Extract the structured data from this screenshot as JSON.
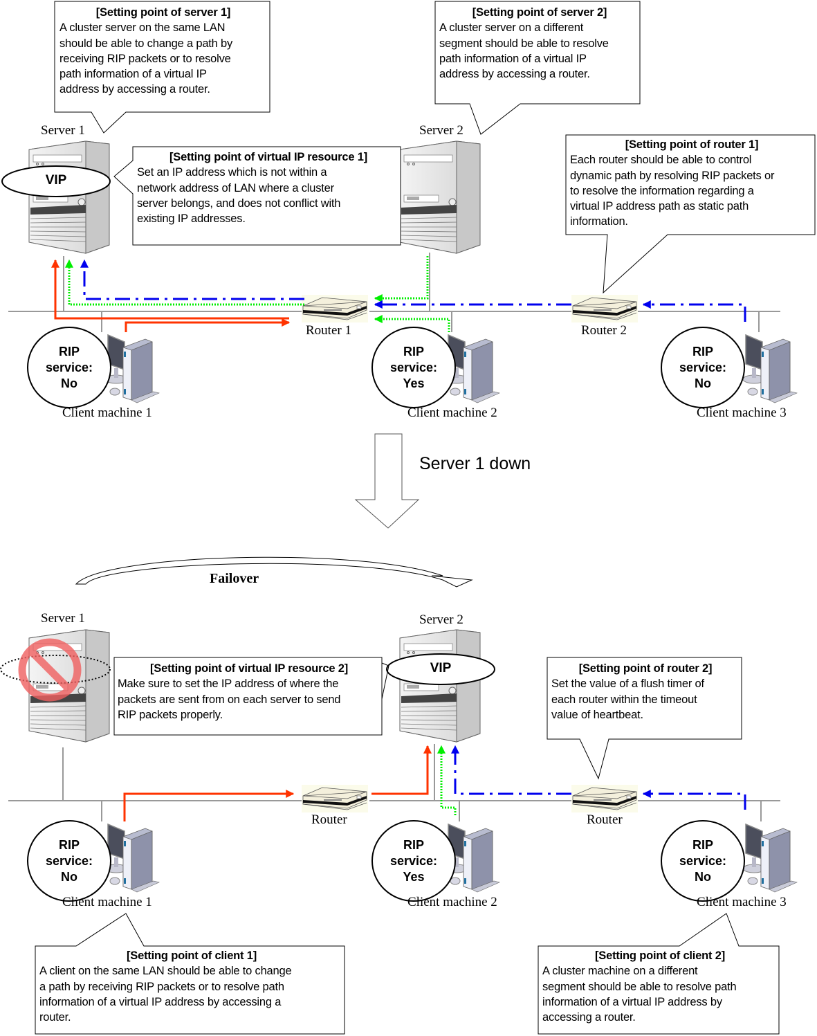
{
  "callouts": {
    "server1": {
      "title": "[Setting point of server  1]",
      "body": "A cluster server on the same LAN\nshould be able to change a path by\nreceiving RIP packets or to resolve\npath information of a virtual IP\naddress by accessing a router."
    },
    "server2": {
      "title": "[Setting point of server  2]",
      "body": "A cluster server on a different\nsegment should be able to resolve\npath information of a virtual IP\naddress by accessing a router."
    },
    "vip1": {
      "title": "[Setting point of virtual IP resource  1]",
      "body": "Set an IP address which is not within a\nnetwork address of LAN where a cluster\nserver belongs, and does not conflict with\nexisting IP addresses."
    },
    "router1": {
      "title": "[Setting point of router  1]",
      "body": "Each router should be able to control\ndynamic path by resolving RIP packets or\nto resolve the information regarding a\nvirtual  IP address path as static path\ninformation."
    },
    "vip2": {
      "title": "[Setting point of virtual IP resource  2]",
      "body": "Make sure to set the IP address of where the\npackets are sent from on each server to send\nRIP packets properly."
    },
    "router2": {
      "title": "[Setting point of router  2]",
      "body": "Set the value of a flush timer of\neach router within the timeout\nvalue of heartbeat."
    },
    "client1": {
      "title": "[Setting point of client   1]",
      "body": "A client on the same LAN should be able to change\na path by receiving RIP packets or to resolve path\ninformation of a virtual  IP address by accessing a\nrouter."
    },
    "client2": {
      "title": "[Setting point of client  2]",
      "body": "A cluster machine on a different\nsegment should be able to resolve path\ninformation of a virtual  IP address by\naccessing a router."
    }
  },
  "top": {
    "server1_label": "Server  1",
    "server2_label": "Server  2",
    "vip_label": "VIP",
    "router1_label": "Router 1",
    "router2_label": "Router 2",
    "client1_label": "Client machine  1",
    "client2_label": "Client machine  2",
    "client3_label": "Client machine  3",
    "rip1": [
      "RIP",
      "service:",
      "No"
    ],
    "rip2": [
      "RIP",
      "service:",
      "Yes"
    ],
    "rip3": [
      "RIP",
      "service:",
      "No"
    ]
  },
  "transition": {
    "event_label": "Server 1 down",
    "failover_label": "Failover"
  },
  "bottom": {
    "server1_label": "Server  1",
    "server2_label": "Server  2",
    "vip_label": "VIP",
    "router1_label": "Router",
    "router2_label": "Router",
    "client1_label": "Client machine  1",
    "client2_label": "Client machine  2",
    "client3_label": "Client machine  3",
    "rip1": [
      "RIP",
      "service:",
      "No"
    ],
    "rip2": [
      "RIP",
      "service:",
      "Yes"
    ],
    "rip3": [
      "RIP",
      "service:",
      "No"
    ]
  },
  "colors": {
    "path_client1": "#ff3300",
    "path_client2": "#00ee00",
    "path_client3": "#0000ee",
    "network_line": "#999999",
    "prohibited": "#f06060"
  }
}
